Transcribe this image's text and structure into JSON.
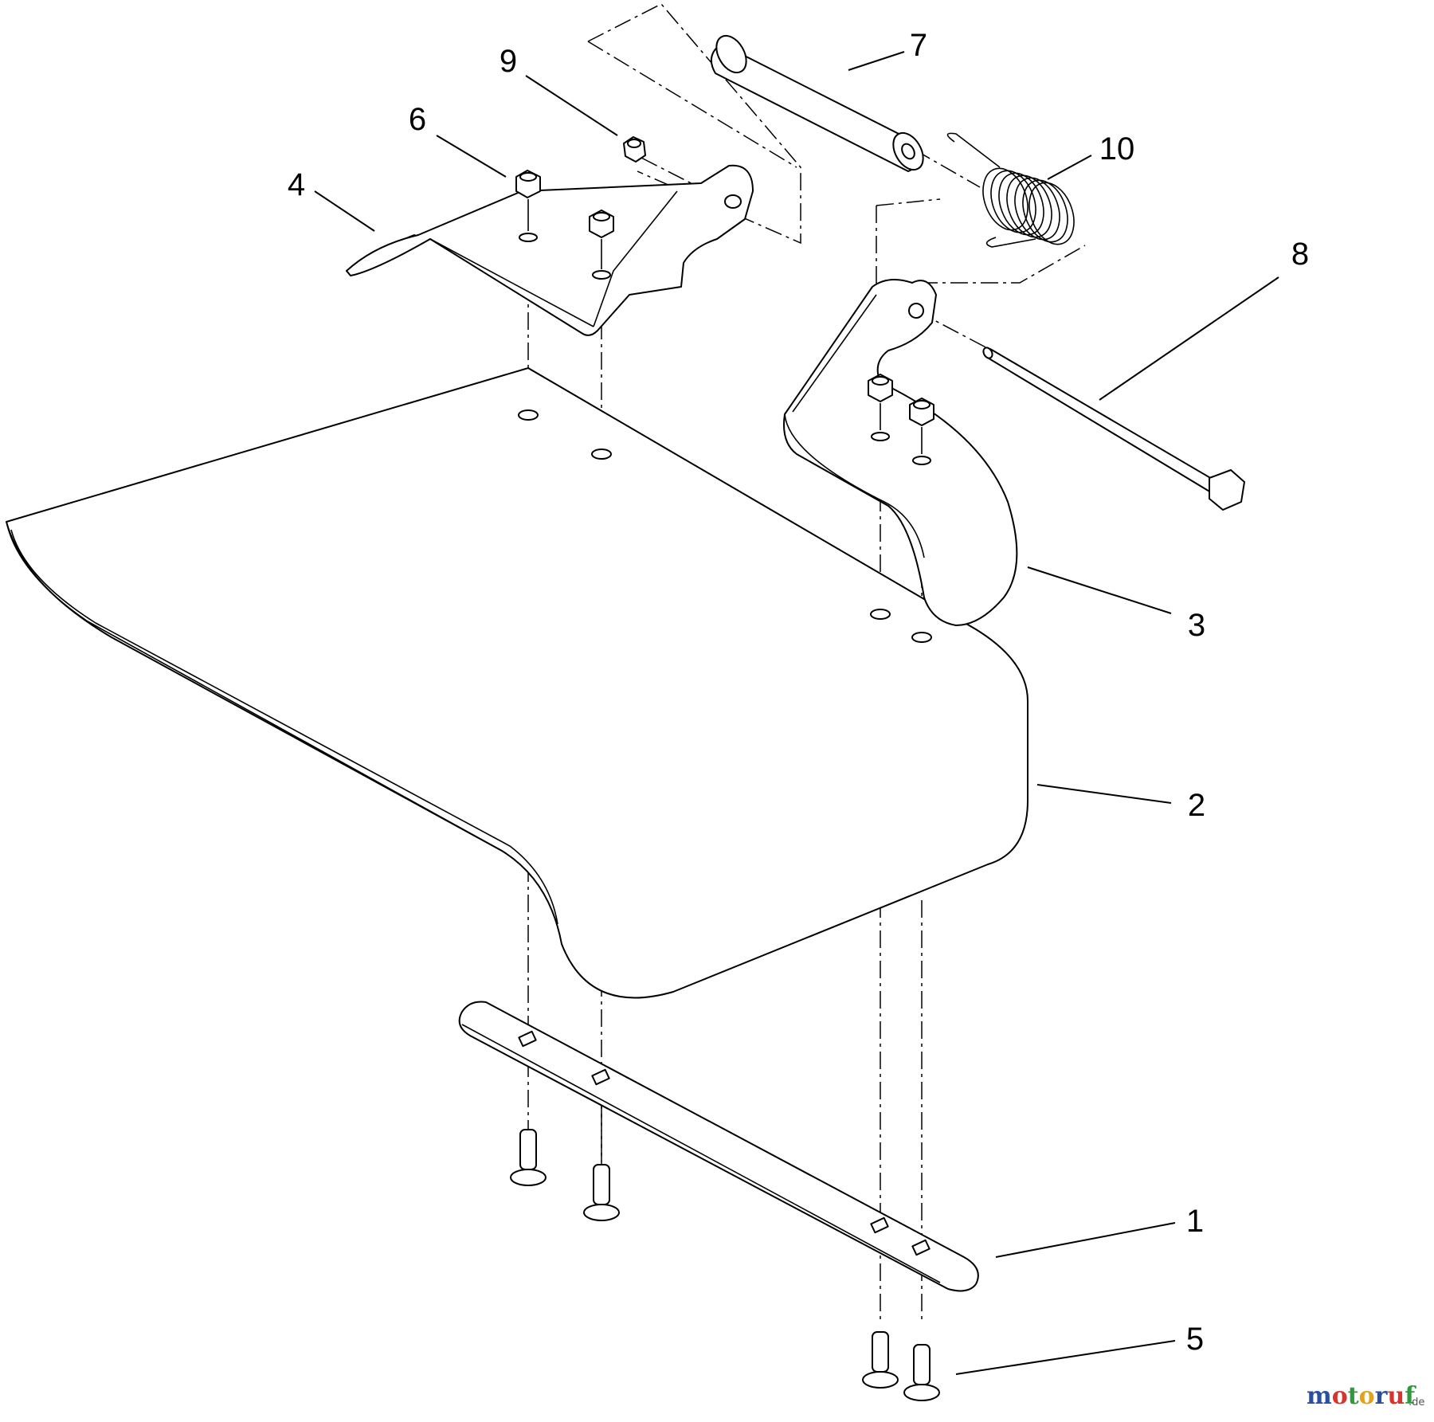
{
  "callouts": [
    {
      "id": "1",
      "label": "1"
    },
    {
      "id": "2",
      "label": "2"
    },
    {
      "id": "3",
      "label": "3"
    },
    {
      "id": "4",
      "label": "4"
    },
    {
      "id": "5",
      "label": "5"
    },
    {
      "id": "6",
      "label": "6"
    },
    {
      "id": "7",
      "label": "7"
    },
    {
      "id": "8",
      "label": "8"
    },
    {
      "id": "9",
      "label": "9"
    },
    {
      "id": "10",
      "label": "10"
    }
  ],
  "watermark": {
    "letters": [
      "m",
      "o",
      "t",
      "o",
      "r",
      "u",
      "f"
    ],
    "letter_colors": [
      "#2a4fa0",
      "#d8342c",
      "#2f9a3c",
      "#e2a21b",
      "#2a4fa0",
      "#d8342c",
      "#2f9a3c"
    ],
    "suffix": ".de"
  }
}
